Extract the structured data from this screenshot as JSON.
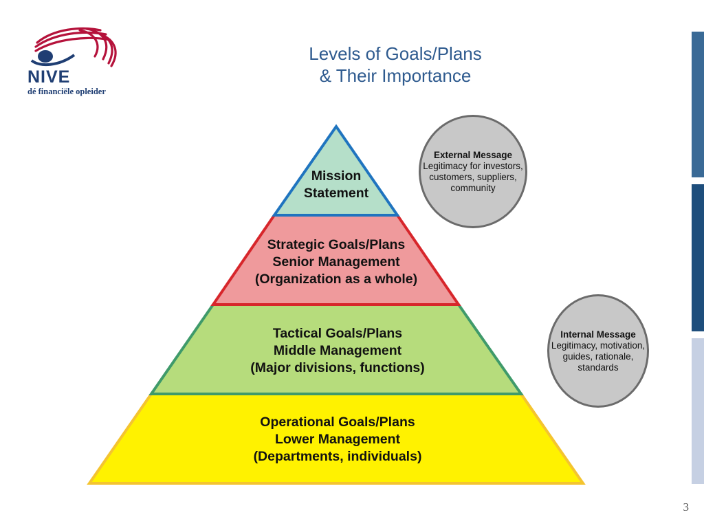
{
  "logo": {
    "name": "NIVE",
    "tagline": "dé financiële opleider"
  },
  "title": {
    "line1": "Levels of Goals/Plans",
    "line2": "& Their Importance"
  },
  "pyramid": {
    "tiers": [
      {
        "lines": [
          "Mission",
          "Statement"
        ],
        "fill": "#b5dfc9",
        "stroke": "#1f74bf"
      },
      {
        "lines": [
          "Strategic Goals/Plans",
          "Senior Management",
          "(Organization as a whole)"
        ],
        "fill": "#ef9a9c",
        "stroke": "#d7262b"
      },
      {
        "lines": [
          "Tactical Goals/Plans",
          "Middle Management",
          "(Major divisions, functions)"
        ],
        "fill": "#b6dc7c",
        "stroke": "#3f9a6a"
      },
      {
        "lines": [
          "Operational Goals/Plans",
          "Lower Management",
          "(Departments, individuals)"
        ],
        "fill": "#fff200",
        "stroke": "#f4c430"
      }
    ]
  },
  "external_message": {
    "title": "External Message",
    "body": "Legitimacy for investors, customers, suppliers, community"
  },
  "internal_message": {
    "title": "Internal Message",
    "body": "Legitimacy, motivation, guides, rationale, standards"
  },
  "colors": {
    "brand_navy": "#1f3e73",
    "brand_red": "#b5123b",
    "title_blue": "#2f5b8f",
    "sidebar_dark": "#1e4e7c",
    "sidebar_mid": "#3a6a96",
    "sidebar_light": "#c6d0e3"
  },
  "page_number": "3"
}
